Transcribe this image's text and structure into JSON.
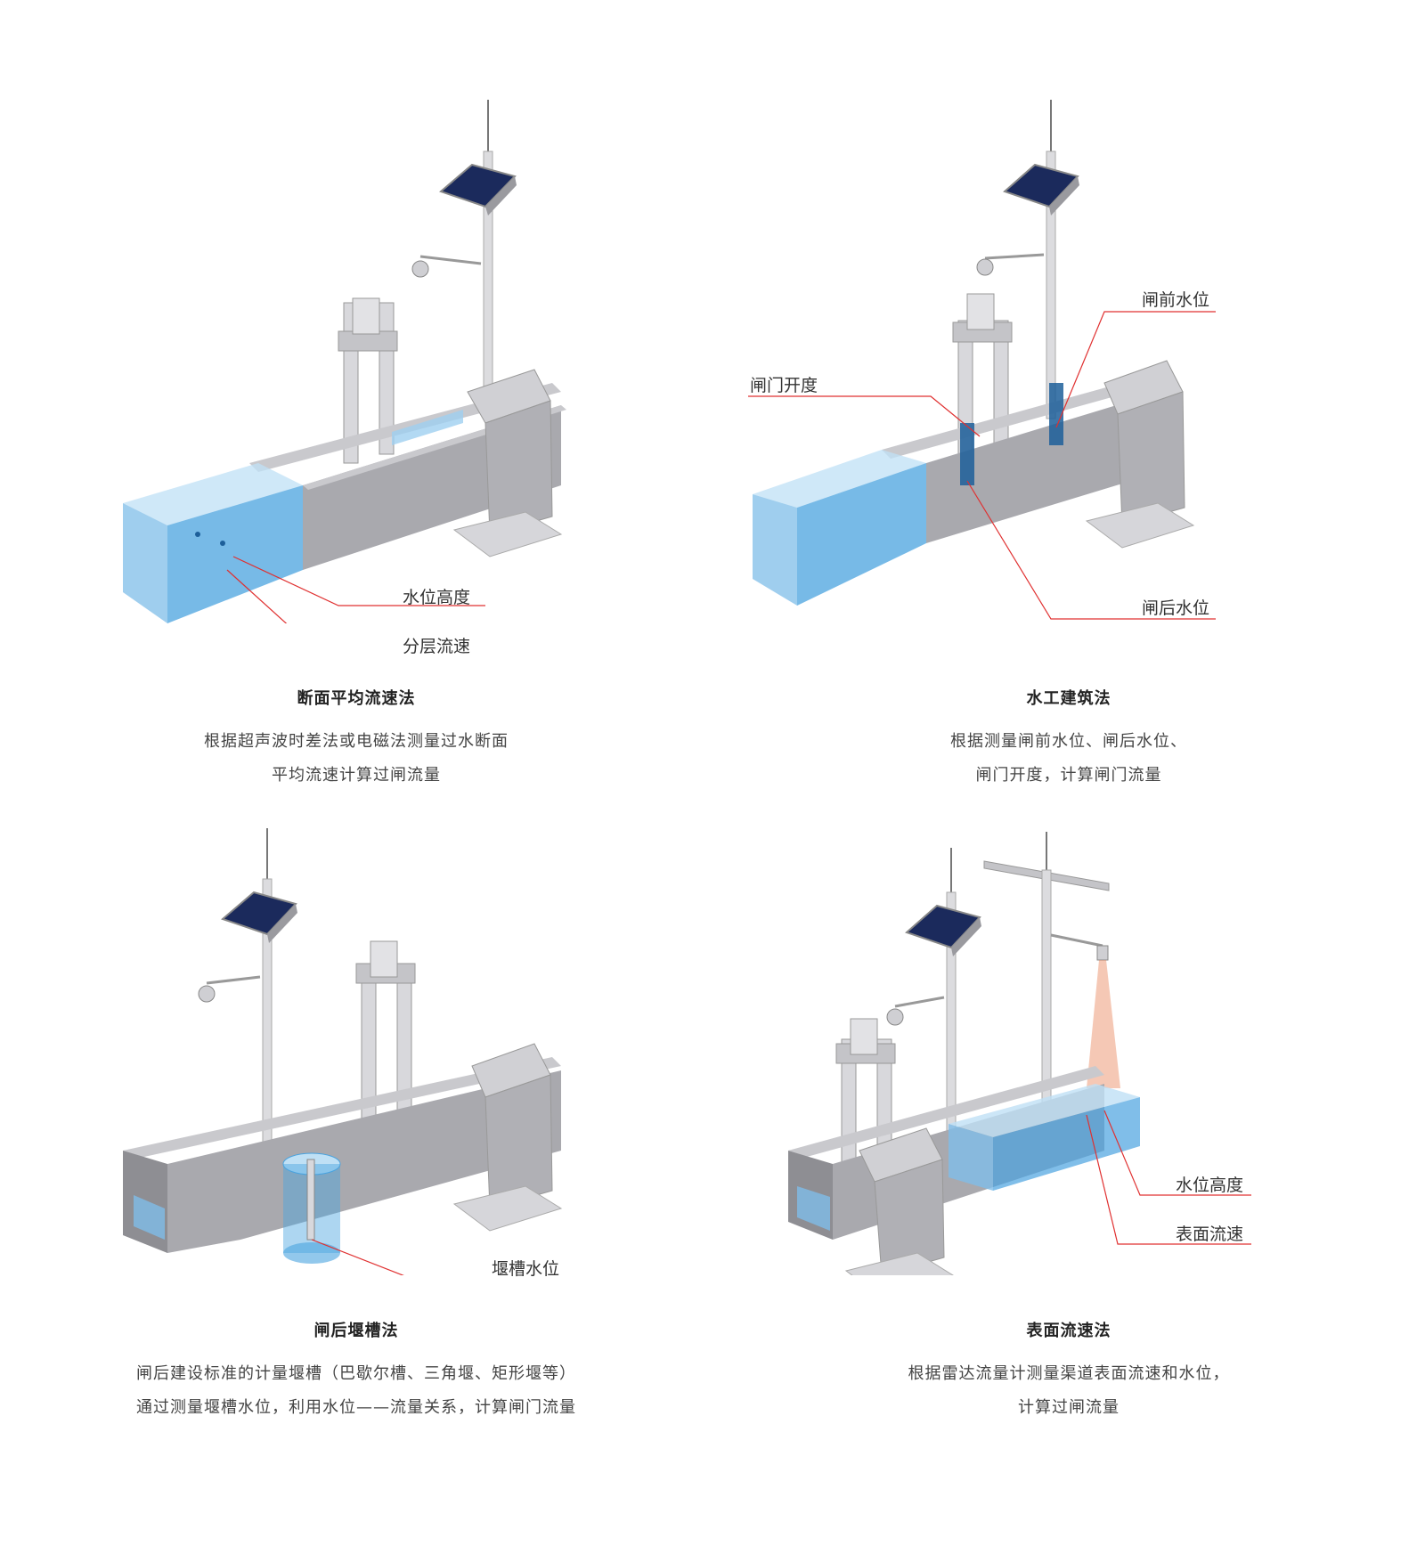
{
  "panels": [
    {
      "title": "断面平均流速法",
      "desc": [
        "根据超声波时差法或电磁法测量过水断面",
        "平均流速计算过闸流量"
      ],
      "labels": [
        "水位高度",
        "分层流速"
      ]
    },
    {
      "title": "水工建筑法",
      "desc": [
        "根据测量闸前水位、闸后水位、",
        "闸门开度，计算闸门流量"
      ],
      "labels": [
        "闸前水位",
        "闸门开度",
        "闸后水位"
      ]
    },
    {
      "title": "闸后堰槽法",
      "desc": [
        "闸后建设标准的计量堰槽（巴歇尔槽、三角堰、矩形堰等）",
        "通过测量堰槽水位，利用水位——流量关系，计算闸门流量"
      ],
      "labels": [
        "堰槽水位"
      ]
    },
    {
      "title": "表面流速法",
      "desc": [
        "根据雷达流量计测量渠道表面流速和水位，",
        "计算过闸流量"
      ],
      "labels": [
        "水位高度",
        "表面流速"
      ]
    }
  ],
  "colors": {
    "concrete_front": "#a9a9ae",
    "concrete_top": "#c9c9cd",
    "concrete_side": "#8e8e93",
    "water": "#4aa3df",
    "water_dark": "#1d5f9a",
    "leader": "#e03030",
    "metal": "#d4d4d8",
    "solar": "#1b2a5c"
  }
}
